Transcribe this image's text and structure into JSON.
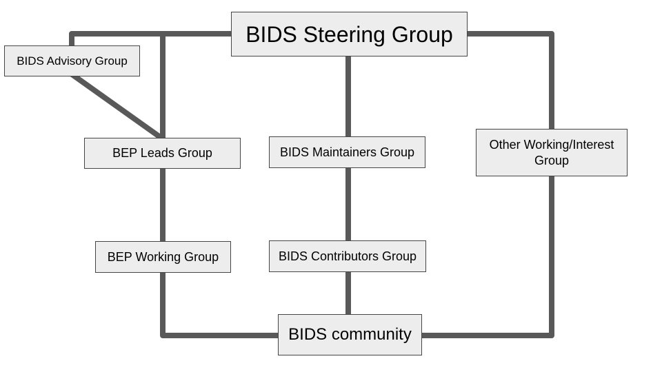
{
  "diagram": {
    "title": "BIDS governance structure diagram",
    "background_color": "#ffffff",
    "connector_color": "#595959",
    "box_fill_color": "#ededed",
    "box_border_color": "#454545",
    "text_color": "#000000",
    "nodes": {
      "steering": {
        "label": "BIDS Steering Group"
      },
      "advisory": {
        "label": "BIDS Advisory Group"
      },
      "bep_leads": {
        "label": "BEP Leads Group"
      },
      "maintainers": {
        "label": "BIDS Maintainers Group"
      },
      "other_working": {
        "label": "Other Working/Interest Group"
      },
      "bep_working": {
        "label": "BEP Working Group"
      },
      "contributors": {
        "label": "BIDS Contributors Group"
      },
      "community": {
        "label": "BIDS community"
      }
    },
    "edges": [
      {
        "from": "BIDS Steering Group",
        "to": "BIDS Advisory Group"
      },
      {
        "from": "BIDS Advisory Group",
        "to": "BEP Leads Group"
      },
      {
        "from": "BIDS Steering Group",
        "to": "BEP Leads Group"
      },
      {
        "from": "BEP Leads Group",
        "to": "BEP Working Group"
      },
      {
        "from": "BEP Working Group",
        "to": "BIDS community"
      },
      {
        "from": "BIDS Steering Group",
        "to": "BIDS Maintainers Group"
      },
      {
        "from": "BIDS Maintainers Group",
        "to": "BIDS Contributors Group"
      },
      {
        "from": "BIDS Contributors Group",
        "to": "BIDS community"
      },
      {
        "from": "BIDS Steering Group",
        "to": "Other Working/Interest Group"
      },
      {
        "from": "Other Working/Interest Group",
        "to": "BIDS community"
      }
    ]
  }
}
